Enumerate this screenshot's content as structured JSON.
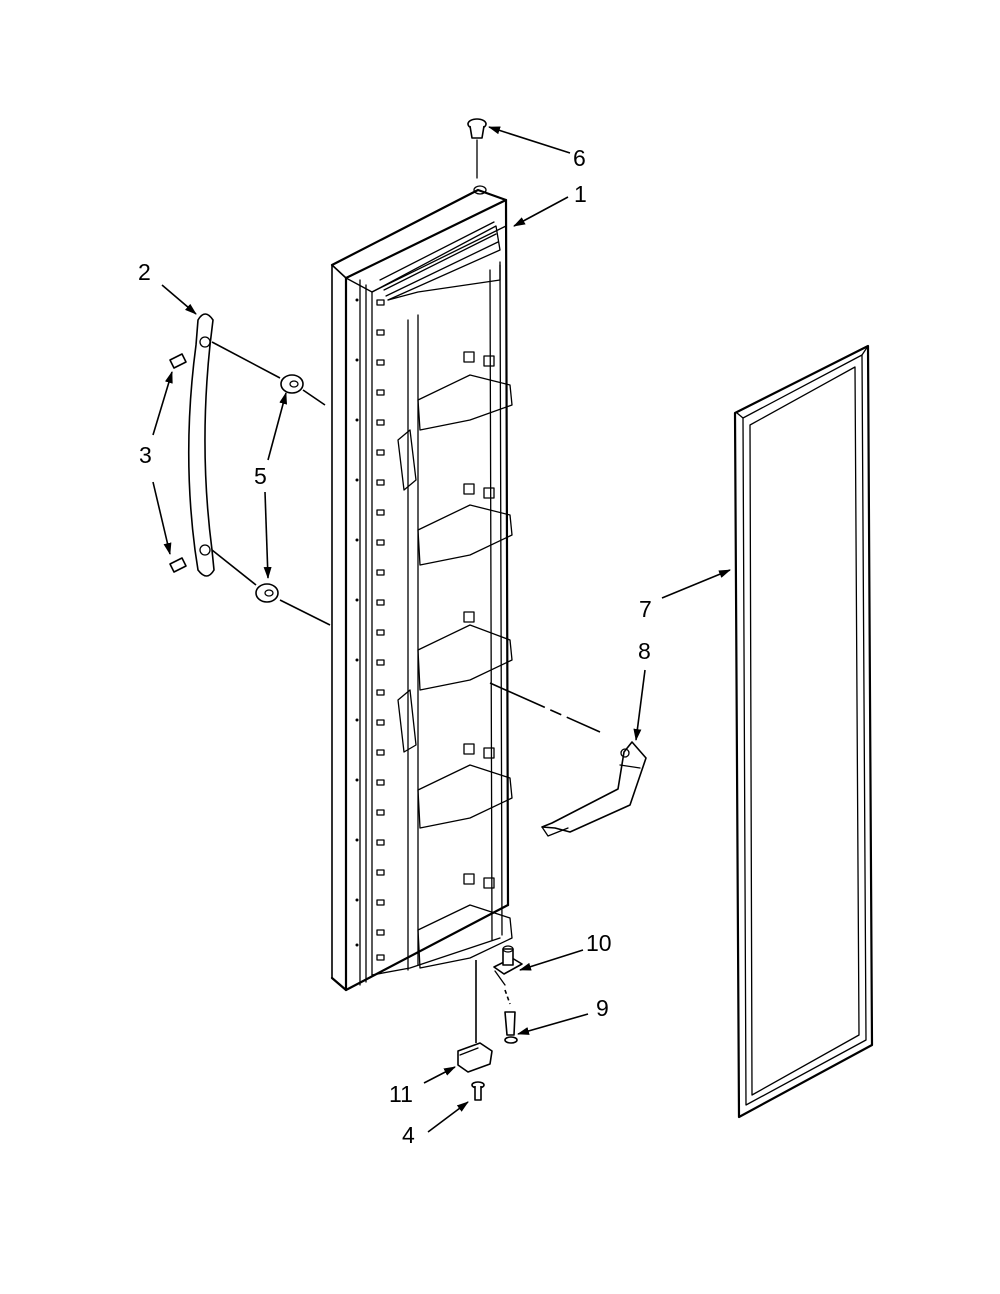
{
  "diagram": {
    "labels": {
      "1": "1",
      "2": "2",
      "3": "3",
      "4": "4",
      "5": "5",
      "6": "6",
      "7": "7",
      "8": "8",
      "9": "9",
      "10": "10",
      "11": "11"
    },
    "colors": {
      "ink": "#000000",
      "paper": "#ffffff"
    }
  }
}
